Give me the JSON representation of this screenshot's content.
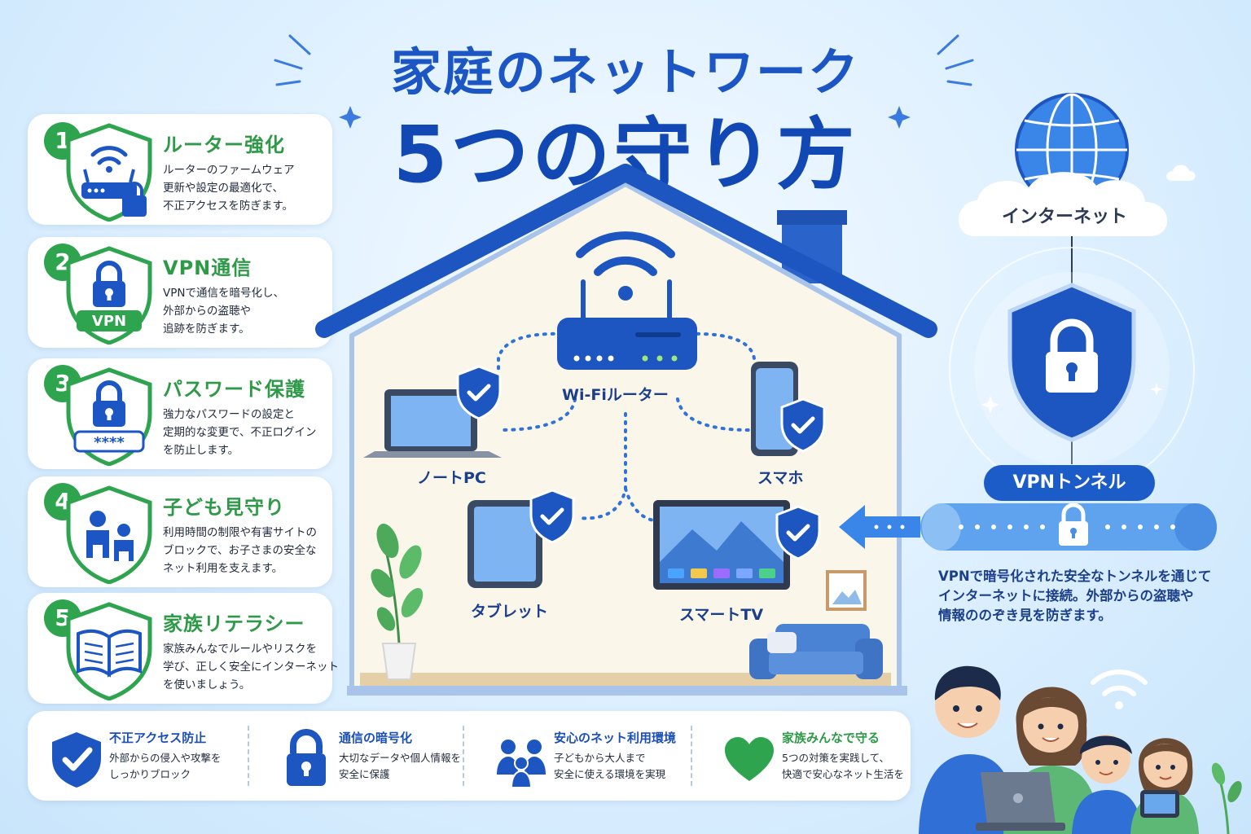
{
  "title": {
    "line1": "家庭のネットワーク",
    "line2": "5つの守り方"
  },
  "steps": [
    {
      "num": "1",
      "title": "ルーター強化",
      "desc": [
        "ルーターのファームウェア",
        "更新や設定の最適化で、",
        "不正アクセスを防ぎます。"
      ]
    },
    {
      "num": "2",
      "title": "VPN通信",
      "desc": [
        "VPNで通信を暗号化し、",
        "外部からの盗聴や",
        "追跡を防ぎます。"
      ],
      "badge": "VPN"
    },
    {
      "num": "3",
      "title": "パスワード保護",
      "desc": [
        "強力なパスワードの設定と",
        "定期的な変更で、不正ログイン",
        "を防止します。"
      ],
      "badge": "****"
    },
    {
      "num": "4",
      "title": "子ども見守り",
      "desc": [
        "利用時間の制限や有害サイトの",
        "ブロックで、お子さまの安全な",
        "ネット利用を支えます。"
      ]
    },
    {
      "num": "5",
      "title": "家族リテラシー",
      "desc": [
        "家族みんなでルールやリスクを",
        "学び、正しく安全にインターネット",
        "を使いましょう。"
      ]
    }
  ],
  "house": {
    "router": "Wi-Fiルーター",
    "laptop": "ノートPC",
    "phone": "スマホ",
    "tablet": "タブレット",
    "tv": "スマートTV"
  },
  "internet": {
    "label": "インターネット",
    "vpn_tunnel": "VPNトンネル",
    "desc": [
      "VPNで暗号化された安全なトンネルを通じて",
      "インターネットに接続。外部からの盗聴や",
      "情報ののぞき見を防ぎます。"
    ]
  },
  "features": [
    {
      "title": "不正アクセス防止",
      "desc": [
        "外部からの侵入や攻撃を",
        "しっかりブロック"
      ]
    },
    {
      "title": "通信の暗号化",
      "desc": [
        "大切なデータや個人情報を",
        "安全に保護"
      ]
    },
    {
      "title": "安心のネット利用環境",
      "desc": [
        "子どもから大人まで",
        "安全に使える環境を実現"
      ]
    },
    {
      "title": "家族みんなで守る",
      "desc": [
        "5つの対策を実践して、",
        "快適で安心なネット生活を"
      ]
    }
  ],
  "colors": {
    "primary_blue": "#1b56c4",
    "green": "#2ea44f",
    "light_bg": "#dcefff"
  }
}
